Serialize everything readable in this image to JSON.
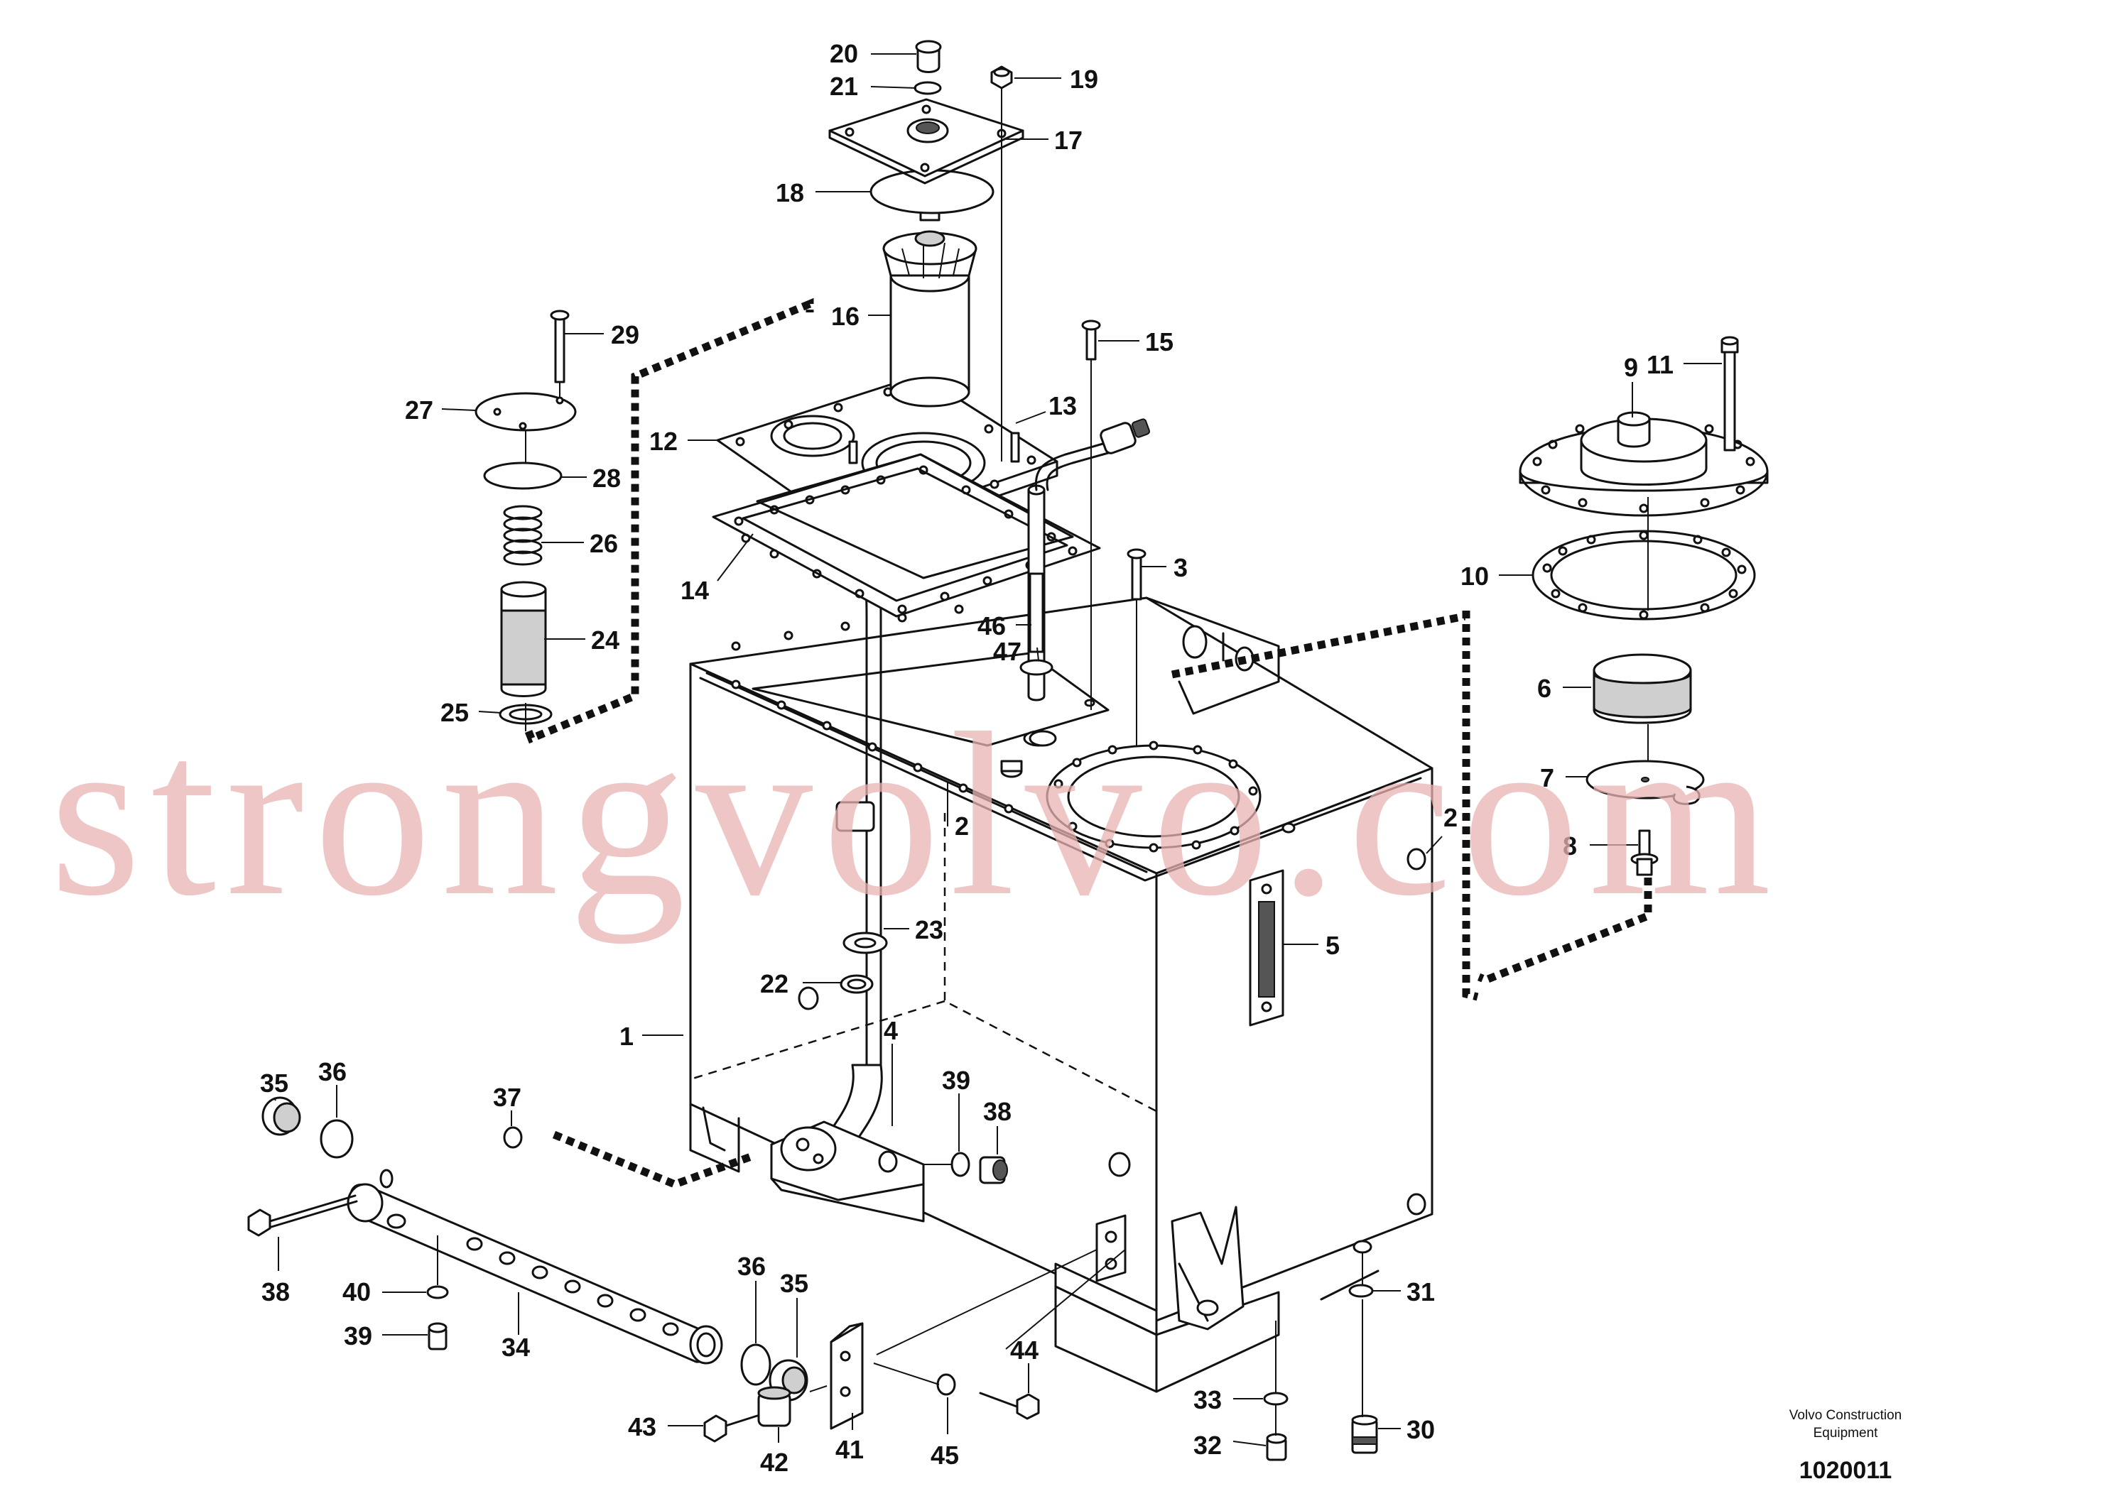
{
  "watermark": "strongvolvo.com",
  "caption": {
    "line1": "Volvo Construction",
    "line2": "Equipment",
    "figure_code": "1020011"
  },
  "callouts": [
    {
      "id": "20",
      "name": "callout-20"
    },
    {
      "id": "21",
      "name": "callout-21"
    },
    {
      "id": "19",
      "name": "callout-19"
    },
    {
      "id": "17",
      "name": "callout-17"
    },
    {
      "id": "18",
      "name": "callout-18"
    },
    {
      "id": "16",
      "name": "callout-16"
    },
    {
      "id": "29",
      "name": "callout-29"
    },
    {
      "id": "15",
      "name": "callout-15"
    },
    {
      "id": "11",
      "name": "callout-11"
    },
    {
      "id": "9",
      "name": "callout-9"
    },
    {
      "id": "27",
      "name": "callout-27"
    },
    {
      "id": "13",
      "name": "callout-13"
    },
    {
      "id": "12",
      "name": "callout-12"
    },
    {
      "id": "28",
      "name": "callout-28"
    },
    {
      "id": "26",
      "name": "callout-26"
    },
    {
      "id": "3",
      "name": "callout-3"
    },
    {
      "id": "10",
      "name": "callout-10"
    },
    {
      "id": "14",
      "name": "callout-14"
    },
    {
      "id": "46",
      "name": "callout-46"
    },
    {
      "id": "24",
      "name": "callout-24"
    },
    {
      "id": "47",
      "name": "callout-47"
    },
    {
      "id": "6",
      "name": "callout-6"
    },
    {
      "id": "25",
      "name": "callout-25"
    },
    {
      "id": "7",
      "name": "callout-7"
    },
    {
      "id": "2",
      "name": "callout-2-left"
    },
    {
      "id": "2",
      "name": "callout-2-right"
    },
    {
      "id": "8",
      "name": "callout-8"
    },
    {
      "id": "23",
      "name": "callout-23"
    },
    {
      "id": "5",
      "name": "callout-5"
    },
    {
      "id": "22",
      "name": "callout-22"
    },
    {
      "id": "1",
      "name": "callout-1"
    },
    {
      "id": "4",
      "name": "callout-4"
    },
    {
      "id": "35",
      "name": "callout-35-left"
    },
    {
      "id": "36",
      "name": "callout-36-left"
    },
    {
      "id": "37",
      "name": "callout-37"
    },
    {
      "id": "39",
      "name": "callout-39-right"
    },
    {
      "id": "38",
      "name": "callout-38-right"
    },
    {
      "id": "38",
      "name": "callout-38-left"
    },
    {
      "id": "36",
      "name": "callout-36-right"
    },
    {
      "id": "35",
      "name": "callout-35-right"
    },
    {
      "id": "40",
      "name": "callout-40"
    },
    {
      "id": "34",
      "name": "callout-34"
    },
    {
      "id": "39",
      "name": "callout-39-left"
    },
    {
      "id": "31",
      "name": "callout-31"
    },
    {
      "id": "44",
      "name": "callout-44"
    },
    {
      "id": "33",
      "name": "callout-33"
    },
    {
      "id": "30",
      "name": "callout-30"
    },
    {
      "id": "43",
      "name": "callout-43"
    },
    {
      "id": "42",
      "name": "callout-42"
    },
    {
      "id": "41",
      "name": "callout-41"
    },
    {
      "id": "45",
      "name": "callout-45"
    },
    {
      "id": "32",
      "name": "callout-32"
    }
  ]
}
